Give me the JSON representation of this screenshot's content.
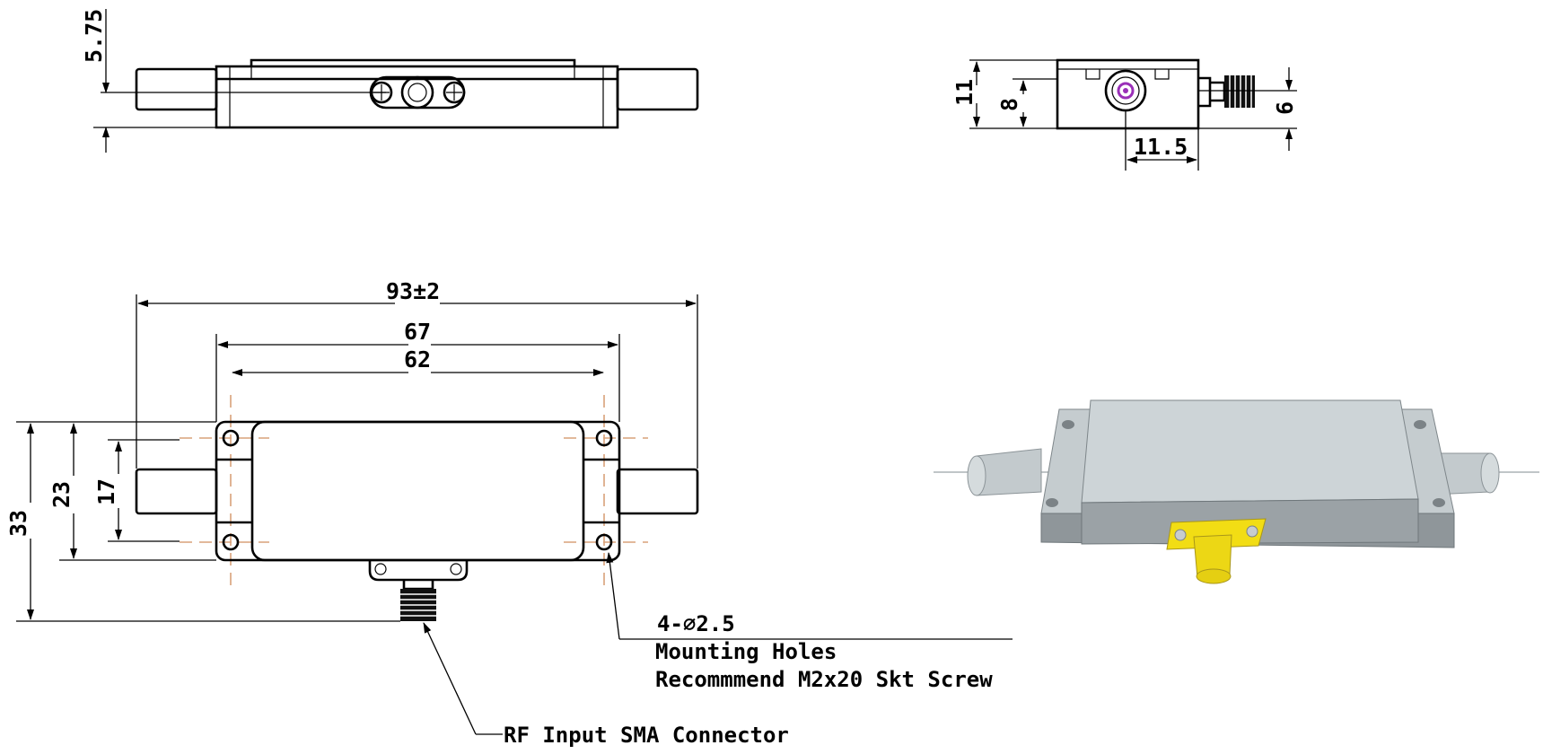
{
  "dimensions": {
    "height_top": "5.75",
    "end_height": "11",
    "end_inner": "8",
    "end_offset": "6",
    "end_width": "11.5",
    "overall_length": "93±2",
    "flange_length": "67",
    "hole_spacing": "62",
    "overall_width": "33",
    "body_width": "23",
    "hole_spacing_width": "17"
  },
  "notes": {
    "holes_spec": "4-∅2.5",
    "holes_label": "Mounting Holes",
    "screw_recommendation": "Recommmend M2x20 Skt Screw",
    "connector_label": "RF Input SMA Connector"
  },
  "colors": {
    "body": "#c9d0d3",
    "body_dark": "#8e9599",
    "connector": "#f2dd14",
    "center_line": "#d9a27a",
    "port_center": "#9a2fb8"
  }
}
